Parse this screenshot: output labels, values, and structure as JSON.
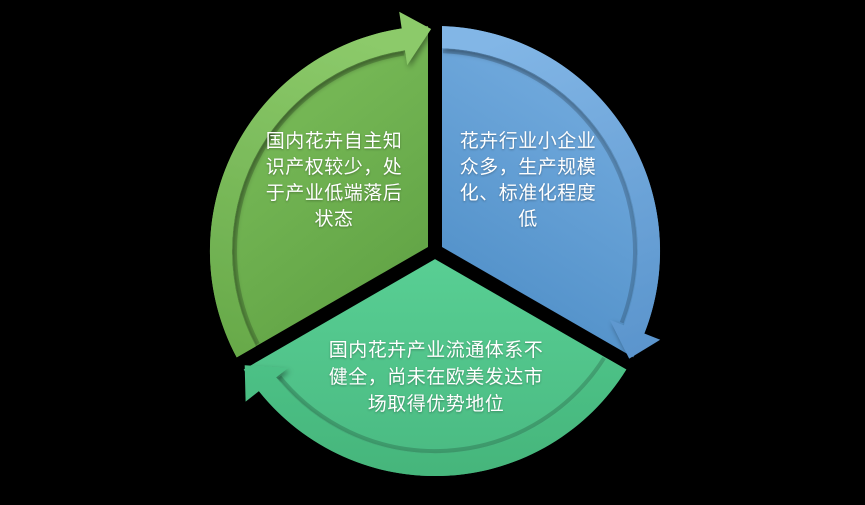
{
  "background_color": "#000000",
  "diagram": {
    "type": "segmented-cycle",
    "arrow_direction": "clockwise",
    "text_color": "#ffffff",
    "segments": [
      {
        "id": "green",
        "label": "国内花卉自主知识产权较少，处于产业低端落后状态",
        "lines": [
          "国内花卉自主知",
          "识产权较少，处",
          "于产业低端落后",
          "状态"
        ],
        "colors": {
          "body_start": "#7abc59",
          "body_end": "#5b9d40",
          "band_start": "#8cca6a",
          "band_end": "#68aa4a"
        }
      },
      {
        "id": "blue",
        "label": "花卉行业小企业众多，生产规模化、标准化程度低",
        "lines": [
          "花卉行业小企业",
          "众多，生产规模",
          "化、标准化程度",
          "低"
        ],
        "colors": {
          "body_start": "#74acdf",
          "body_end": "#4d8dc6",
          "band_start": "#82b6e6",
          "band_end": "#5b95cd"
        }
      },
      {
        "id": "teal",
        "label": "国内花卉产业流通体系不健全，尚未在欧美发达市场取得优势地位",
        "lines": [
          "国内花卉产业流通体系不",
          "健全，尚未在欧美发达市",
          "场取得优势地位"
        ],
        "colors": {
          "body_start": "#58ce93",
          "body_end": "#49b981",
          "band_start": "#51c78c",
          "band_end": "#45b57b"
        }
      }
    ]
  }
}
